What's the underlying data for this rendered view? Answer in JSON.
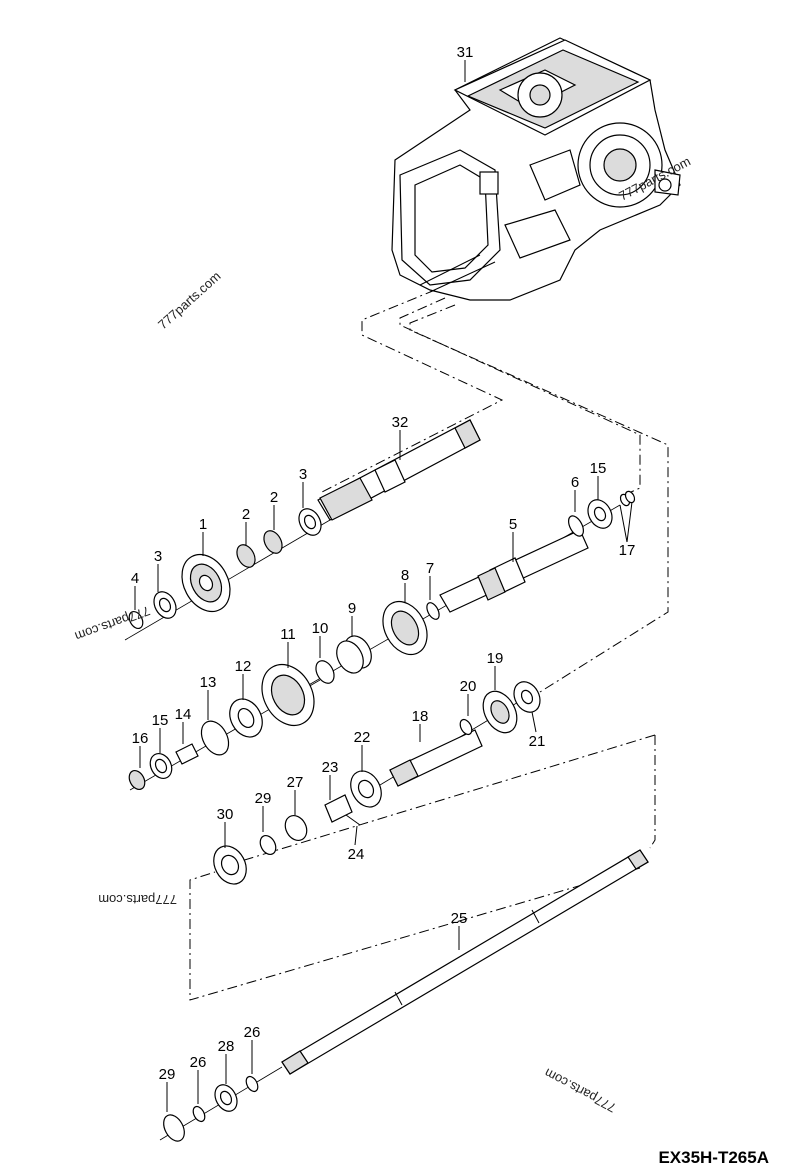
{
  "diagram_code": "EX35H-T265A",
  "watermarks": [
    "777parts.com",
    "777parts.com",
    "777parts.com",
    "777parts.com",
    "777parts.com"
  ],
  "callouts": [
    "31",
    "32",
    "3",
    "2",
    "2",
    "1",
    "3",
    "4",
    "6",
    "15",
    "5",
    "17",
    "8",
    "7",
    "9",
    "10",
    "11",
    "12",
    "13",
    "15",
    "14",
    "16",
    "19",
    "20",
    "18",
    "21",
    "22",
    "23",
    "27",
    "29",
    "30",
    "24",
    "25",
    "29",
    "26",
    "28",
    "26"
  ]
}
